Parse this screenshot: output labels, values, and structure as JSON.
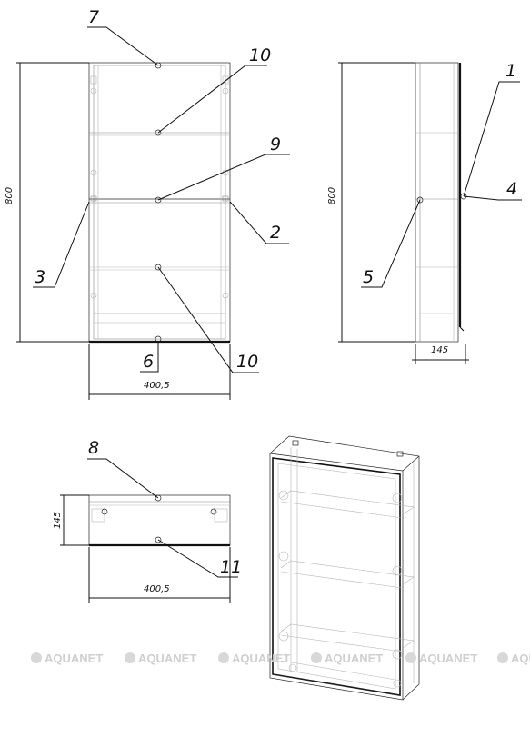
{
  "callouts": {
    "front": [
      "7",
      "10",
      "9",
      "2",
      "3",
      "6",
      "10"
    ],
    "side": [
      "1",
      "4",
      "5"
    ],
    "top": [
      "8",
      "11"
    ]
  },
  "dimensions": {
    "front_height": "800",
    "front_width": "400,5",
    "side_height": "800",
    "side_depth": "145",
    "top_depth": "145",
    "top_width": "400,5"
  },
  "watermark": {
    "text": "AQUANET"
  }
}
